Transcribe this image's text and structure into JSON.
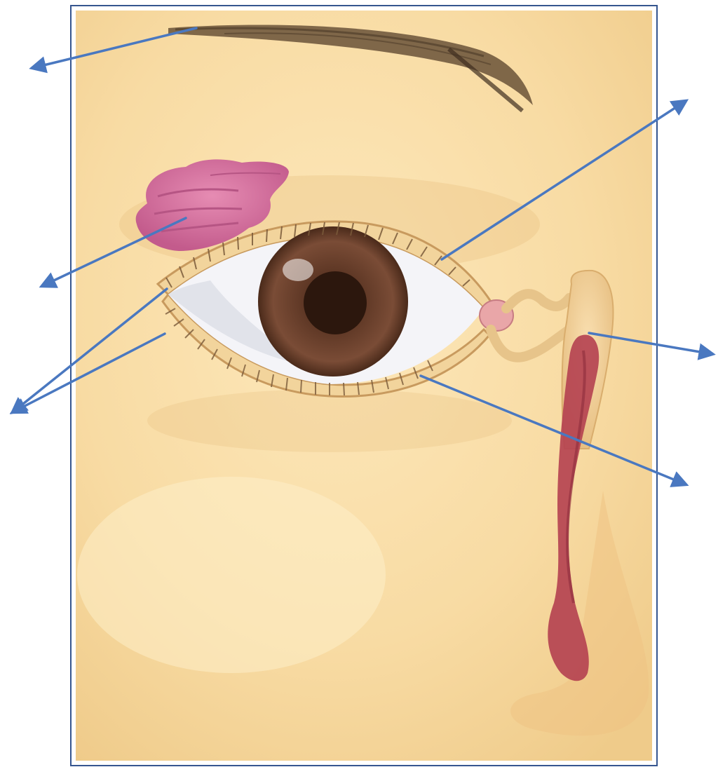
{
  "diagram": {
    "labels": [],
    "colors": {
      "arrow": "#4a78c0",
      "frame": "#35558f",
      "skin_light": "#fbe3b0",
      "skin_mid": "#f3cf8f",
      "skin_shadow": "#e2b06e",
      "brow": "#5a4632",
      "gland": "#d8739e",
      "gland_dark": "#b65584",
      "iris": "#6d4330",
      "pupil": "#2c170d",
      "sclera": "#f4f4f8",
      "duct": "#b44050",
      "caruncle": "#e9a6a8"
    },
    "pointer_targets": [
      "eyebrow",
      "lacrimal-gland",
      "eyelashes",
      "upper-eyelid",
      "lacrimal-sac",
      "lower-eyelid"
    ]
  }
}
